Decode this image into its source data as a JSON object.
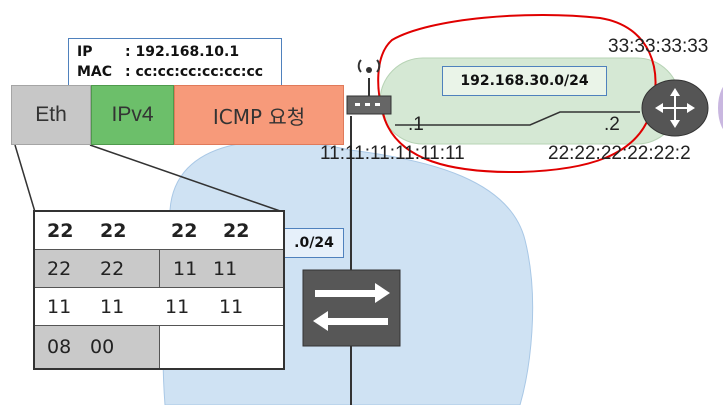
{
  "info": {
    "ip_key": "IP",
    "ip_value": ": 192.168.10.1",
    "mac_key": "MAC",
    "mac_value": ": cc:cc:cc:cc:cc:cc"
  },
  "headers": {
    "eth": "Eth",
    "ipv4": "IPv4",
    "icmp": "ICMP 요청"
  },
  "mac_table": {
    "rows": [
      [
        "22",
        "22",
        "22",
        "22"
      ],
      [
        "22",
        "22",
        "11",
        "11"
      ],
      [
        "11",
        "11",
        "11",
        "11"
      ],
      [
        "08",
        "00"
      ]
    ]
  },
  "network": {
    "right_subnet": "192.168.30.0/24",
    "left_subnet_fragment": ".0/24",
    "router1_if": ".1",
    "router2_if": ".2",
    "mac_router1": "11:11:11:11:11:11",
    "mac_router2": "22:22:22:22:22:2",
    "mac_top_right": "33:33:33:33"
  },
  "colors": {
    "eth": "#c7c7c7",
    "ipv4": "#6cbf6a",
    "icmp": "#f79a7a",
    "lan": "#cfe2f3",
    "wan": "#d5e8d4",
    "highlight": "#e00000"
  },
  "icons": [
    "wifi-router-icon",
    "switch-icon",
    "router-icon"
  ]
}
